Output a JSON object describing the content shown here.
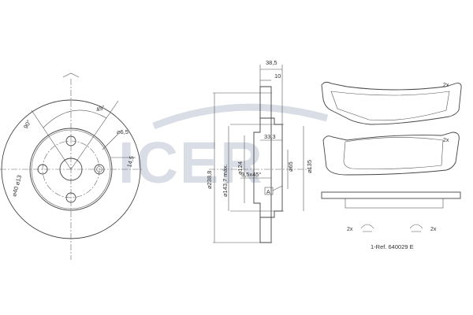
{
  "brand": {
    "watermark": "ICER"
  },
  "disc_front": {
    "angle_45": "45°",
    "angle_90": "90°",
    "hole_dia": "⌀6,5",
    "bolt_circle": "⌀40 ⌀13",
    "dim_14_5": "14,5"
  },
  "disc_section": {
    "width_38_5": "38,5",
    "width_10": "10",
    "depth_33_3": "33,3",
    "dia_238_8": "⌀238,8",
    "dia_143_7": "⌀143,7 máx.",
    "dia_124": "⌀124",
    "dia_65": "⌀65",
    "dia_135": "⌀135",
    "chamfer": "3,5x45°",
    "section_mark": "A"
  },
  "pads": {
    "qty_top": "2x",
    "qty_middle": "2x",
    "qty_bottom_left": "2x",
    "qty_bottom_right": "2x",
    "reference": "1-Ref. 640029 E"
  },
  "colors": {
    "line": "#444444",
    "watermark": "#d9dee6"
  }
}
